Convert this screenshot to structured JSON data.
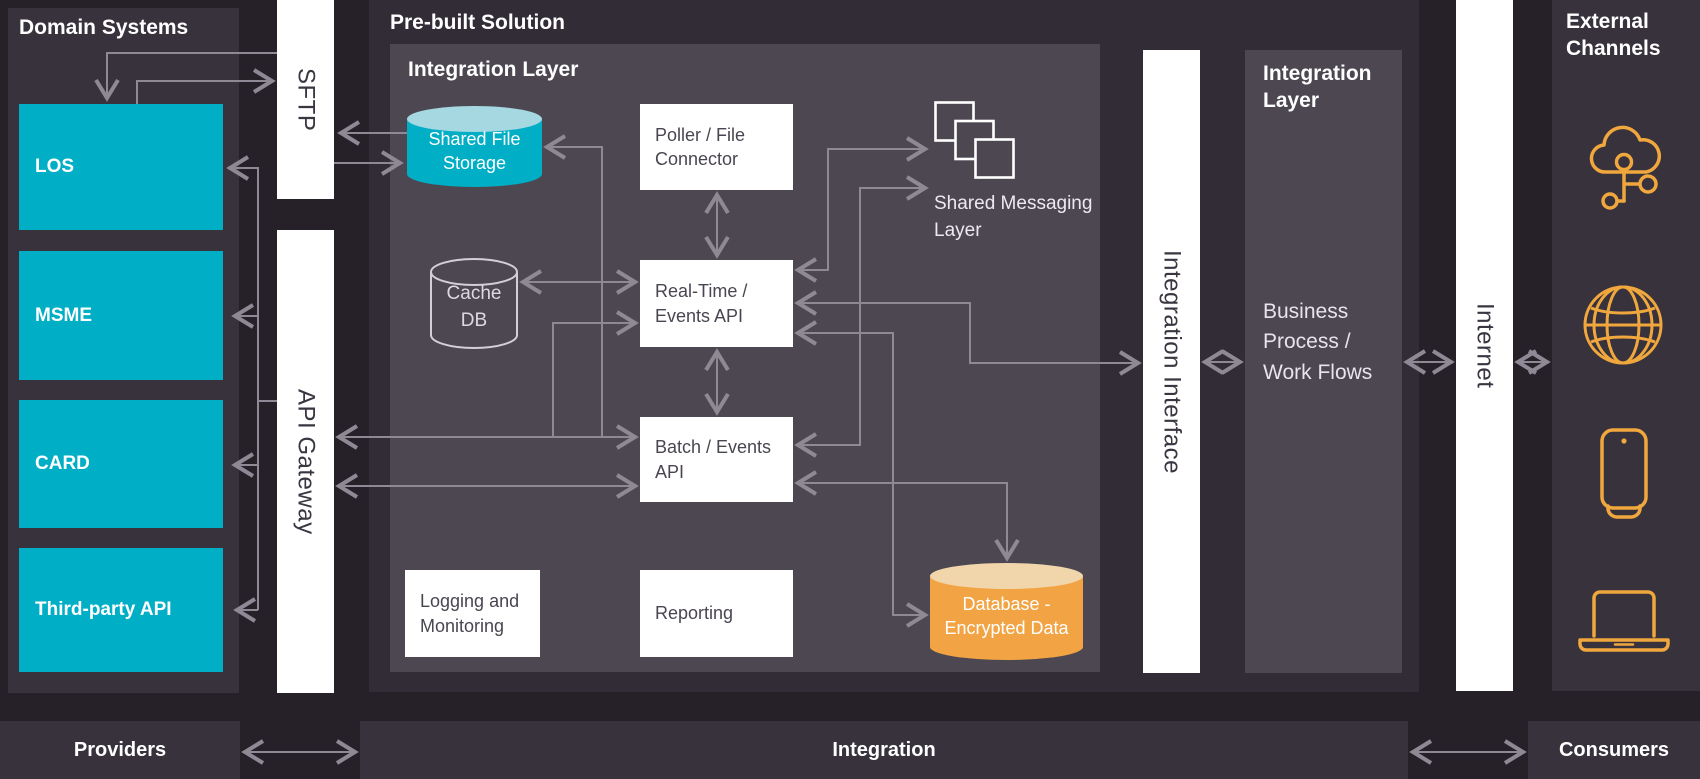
{
  "headers": {
    "domain_systems": "Domain Systems",
    "prebuilt_solution": "Pre-built Solution",
    "integration_layer_inner": "Integration Layer",
    "integration_layer_right": "Integration Layer",
    "external_channels": "External Channels"
  },
  "domain_boxes": [
    "LOS",
    "MSME",
    "CARD",
    "Third-party API"
  ],
  "bars": {
    "sftp": "SFTP",
    "api_gateway": "API Gateway",
    "integration_interface": "Integration Interface",
    "internet": "Internet"
  },
  "nodes": {
    "shared_file_storage": "Shared File Storage",
    "cache_db": "Cache DB",
    "poller": "Poller / File Connector",
    "realtime": "Real-Time / Events API",
    "batch": "Batch / Events API",
    "shared_messaging": "Shared Messaging Layer",
    "database_encrypted": "Database - Encrypted Data",
    "logging": "Logging and Monitoring",
    "reporting": "Reporting",
    "business_process": "Business Process / Work Flows"
  },
  "bottom": {
    "providers": "Providers",
    "integration": "Integration",
    "consumers": "Consumers"
  },
  "icons": [
    "cloud-network-icon",
    "globe-icon",
    "smartphone-icon",
    "laptop-icon"
  ],
  "colors": {
    "canvas_bg": "#262029",
    "panel_dark": "#37323c",
    "panel_prebuilt": "#322c36",
    "panel_inner": "#4c4751",
    "accent_cyan": "#00aec6",
    "cyan_cylinder_top": "#a5d8e0",
    "accent_orange": "#f2a444",
    "orange_cylinder_top": "#f0d6aa",
    "icon_orange": "#f0a73d",
    "connector_gray": "#8e8a95",
    "white_box_text": "#4a4550"
  }
}
